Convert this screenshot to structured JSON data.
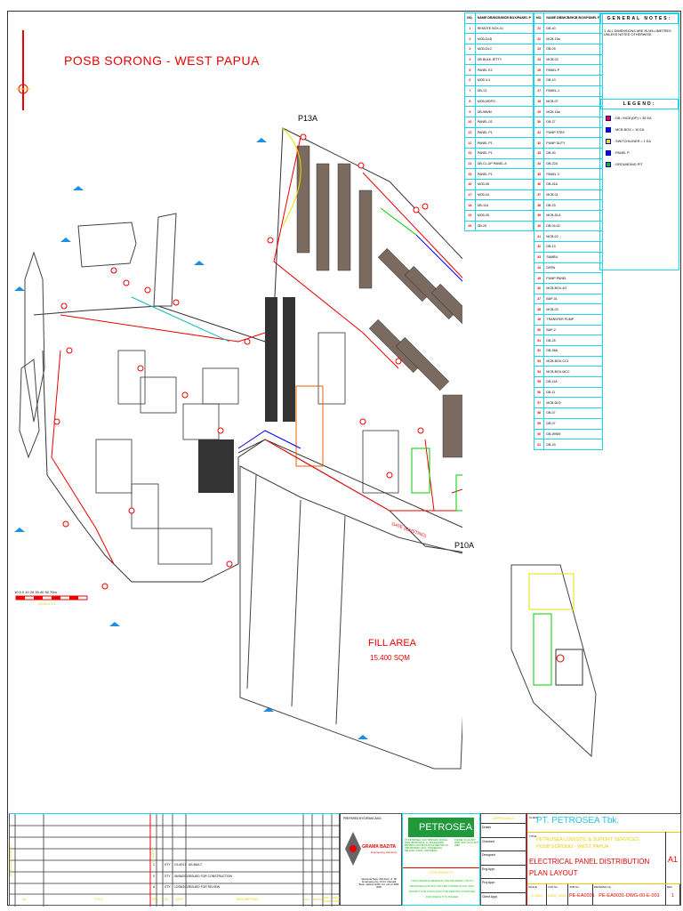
{
  "drawing": {
    "project_title": "POSB SORONG - WEST PAPUA",
    "labels": {
      "p13a": "P13A",
      "p10a": "P10A",
      "fill_area": "FILL AREA",
      "fill_area_size": "15.400 SQM",
      "gate": "GATE (EXISTING)",
      "scale_ticks": "10 5 0 10 20 30 40 50 70m",
      "scale_caption": "SCALE 1:1"
    },
    "colors": {
      "cable_red": "#e00000",
      "cable_blue": "#0000ff",
      "cable_green": "#00c000",
      "marker": "#e00000",
      "frame_cyan": "#22d3e6"
    }
  },
  "panel_table": {
    "headers": {
      "no": "NO.",
      "name": "NAME DB/MCB/MCB BOX/PANEL P"
    },
    "left": [
      {
        "no": "1",
        "name": "REMOTE BOX-01"
      },
      {
        "no": "2",
        "name": "MCB-DLB"
      },
      {
        "no": "3",
        "name": "MCB-DLC"
      },
      {
        "no": "4",
        "name": "DB BULK JETTY"
      },
      {
        "no": "5",
        "name": "PANEL E2"
      },
      {
        "no": "6",
        "name": "MCB 4-4"
      },
      {
        "no": "7",
        "name": "DB-13"
      },
      {
        "no": "8",
        "name": "MCB-MDPO"
      },
      {
        "no": "9",
        "name": "DB-WWM"
      },
      {
        "no": "10",
        "name": "PANEL-03"
      },
      {
        "no": "11",
        "name": "PANEL P1"
      },
      {
        "no": "12",
        "name": "PANEL P1"
      },
      {
        "no": "13",
        "name": "PANEL P1"
      },
      {
        "no": "14",
        "name": "DB-CL-UP PANEL-8"
      },
      {
        "no": "15",
        "name": "PANEL P1"
      },
      {
        "no": "16",
        "name": "MCB-06"
      },
      {
        "no": "17",
        "name": "MCB-04"
      },
      {
        "no": "18",
        "name": "DB-11A"
      },
      {
        "no": "19",
        "name": "MCB-05"
      },
      {
        "no": "20",
        "name": "DB-25"
      }
    ],
    "right": [
      {
        "no": "21",
        "name": "DB-40"
      },
      {
        "no": "22",
        "name": "MCB-15a"
      },
      {
        "no": "23",
        "name": "DB-09"
      },
      {
        "no": "24",
        "name": "MCB-03"
      },
      {
        "no": "25",
        "name": "PANEL P"
      },
      {
        "no": "26",
        "name": "DB-10"
      },
      {
        "no": "27",
        "name": "PANEL-1"
      },
      {
        "no": "28",
        "name": "MCB-07"
      },
      {
        "no": "29",
        "name": "MCB-16a"
      },
      {
        "no": "30",
        "name": "DB-27"
      },
      {
        "no": "31",
        "name": "PUMP STBY"
      },
      {
        "no": "32",
        "name": "PUMP DUTY"
      },
      {
        "no": "33",
        "name": "DB-40"
      },
      {
        "no": "34",
        "name": "DB-22A"
      },
      {
        "no": "35",
        "name": "PANEL 3"
      },
      {
        "no": "36",
        "name": "DB-41A"
      },
      {
        "no": "37",
        "name": "MCB-01"
      },
      {
        "no": "38",
        "name": "DB-03"
      },
      {
        "no": "39",
        "name": "MCB-DLA"
      },
      {
        "no": "40",
        "name": "DB-04.02"
      },
      {
        "no": "41",
        "name": "MCB-02"
      },
      {
        "no": "42",
        "name": "DB-13"
      },
      {
        "no": "43",
        "name": "SAMBU"
      },
      {
        "no": "44",
        "name": "DRPA"
      },
      {
        "no": "45",
        "name": "PUMP PANEL"
      },
      {
        "no": "46",
        "name": "MCB-BOX-4G"
      },
      {
        "no": "47",
        "name": "BAP-01"
      },
      {
        "no": "48",
        "name": "MCB-03"
      },
      {
        "no": "49",
        "name": "TRANSFER PUMP"
      },
      {
        "no": "50",
        "name": "BAP-2"
      },
      {
        "no": "51",
        "name": "DB-25"
      },
      {
        "no": "52",
        "name": "DB-36A"
      },
      {
        "no": "53",
        "name": "MCB-BOX-CC1"
      },
      {
        "no": "54",
        "name": "MCB-BOX-MCC"
      },
      {
        "no": "55",
        "name": "DB-11A"
      },
      {
        "no": "56",
        "name": "DB-11"
      },
      {
        "no": "57",
        "name": "MCB-DLD"
      },
      {
        "no": "58",
        "name": "DB-07"
      },
      {
        "no": "59",
        "name": "DB-07"
      },
      {
        "no": "60",
        "name": "DB-WWM"
      },
      {
        "no": "61",
        "name": "DB-43"
      }
    ]
  },
  "notes": {
    "title": "GENERAL NOTES:",
    "items": [
      "1. ALL DIMENSIONS ARE IN MILLIMETRES UNLESS NOTED OTHERWISE."
    ]
  },
  "legend": {
    "title": "LEGEND:",
    "items": [
      {
        "icon": "db-mcb-icon",
        "color": "#ff0000",
        "label": ": DB / MCB (DP) = 35 EA"
      },
      {
        "icon": "mcb-box-icon",
        "color": "#0000ff",
        "label": ": MCB BOX = 10 EA"
      },
      {
        "icon": "switch-icon",
        "color": "#e8e000",
        "label": ": SWITCH/LINER = 1 EA"
      },
      {
        "icon": "panel-p-icon",
        "color": "#0000ff",
        "label": ": PANEL P"
      },
      {
        "icon": "grounding-pit-icon",
        "color": "#00c000",
        "label": ": GROUNDING PIT"
      }
    ]
  },
  "revisions": {
    "side_label_left": "REFERENCE DRAWINGS",
    "side_label_right": "REVISIONS",
    "headers": {
      "no": "No.",
      "title": "TITLE",
      "rev": "REV",
      "by": "BY",
      "date": "DATE",
      "description": "DESCRIPTION",
      "chd": "CHD",
      "desgn": "DESGN",
      "eng_appr": "ENG APPR",
      "proj_appr": "PROJ APPR"
    },
    "rows": [
      {
        "rev": "1",
        "by": "STY",
        "date": "1/1/2017",
        "description": "AS-BUILT"
      },
      {
        "rev": "0",
        "by": "STY",
        "date": "06/06/2017",
        "description": "ISSUED FOR CONSTRUCTION"
      },
      {
        "rev": "A",
        "by": "STY",
        "date": "12/05/2017",
        "description": "ISSUED FOR REVIEW"
      }
    ]
  },
  "title_block": {
    "prepared_by": "PREPARED BY/DIRANCANG:",
    "designer": "GRAMA BAZITA",
    "designer_sub": "Engineering Solutions",
    "designer_address": "Alamanda Tower 25th Floor, Jl. TB Simatupang Kav. 23-24, Cilandak Barat, Jakarta 12430, Tel. +62 21 2966 0000",
    "company_logo": "PETROSEA",
    "company_address": "PT PETROSEA, INDY BINTARO OFFICE PARK BUILDING B, JL. BOULEVARD BINTARO JAYA BLOK B7/A6 SEKTOR VII, CBD BINTARO JAYA, TANGERANG SELATAN, 15424 - INDONESIA",
    "company_phone": "PHONE: 62 21 2977 0999 / FAX: 62 21 2977 0988",
    "copyright_title": "COPYRIGHT©",
    "copyright_text": "THIS DRAWING REMAINS THE PROPERTY OF PT PETROSEA AND MAY NOT BE COPIED IN ANY WAY EXCEPT FOR FULFILLING THE SPECIFIC PURPOSE FOR WHICH IT IS ISSUED",
    "approvals": {
      "title": "APPROVALS",
      "rows": [
        "Drawn",
        "Checked",
        "Designed",
        "Eng Appr.",
        "Proj Appr.",
        "Client Appr."
      ]
    },
    "client_label": "CLIENT:",
    "client": "PT. PETROSEA Tbk.",
    "title_label": "TITLE:",
    "title_line1": "PETROSEA LOGISTIC & SUPORT SERVICES",
    "title_line2": "POSB SORONG - WEST PAPUA",
    "title_main1": "ELECTRICAL PANEL DISTRIBUTION",
    "title_main2": "PLAN LAYOUT",
    "size": "A1",
    "fields": [
      {
        "label": "SCALE",
        "value": "1:1000"
      },
      {
        "label": "CAD No.",
        "value": "DWG_0001"
      },
      {
        "label": "JOB No.",
        "value": "PE-EA0031"
      },
      {
        "label": "DRAWING No.",
        "value": "PE-EA0031-DWG-00-E-001"
      },
      {
        "label": "REV",
        "value": "1"
      }
    ]
  }
}
